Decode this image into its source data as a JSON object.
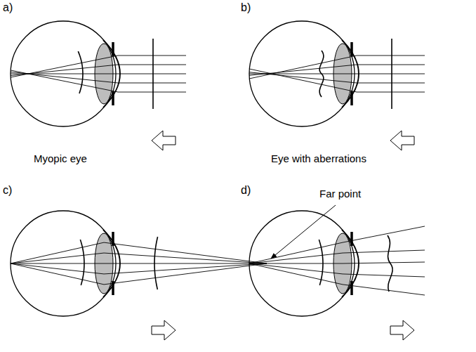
{
  "diagram": {
    "labels": [
      "a)",
      "b)",
      "Myopic eye",
      "Eye with aberrations",
      "c)",
      "Far point",
      "d)"
    ]
  }
}
